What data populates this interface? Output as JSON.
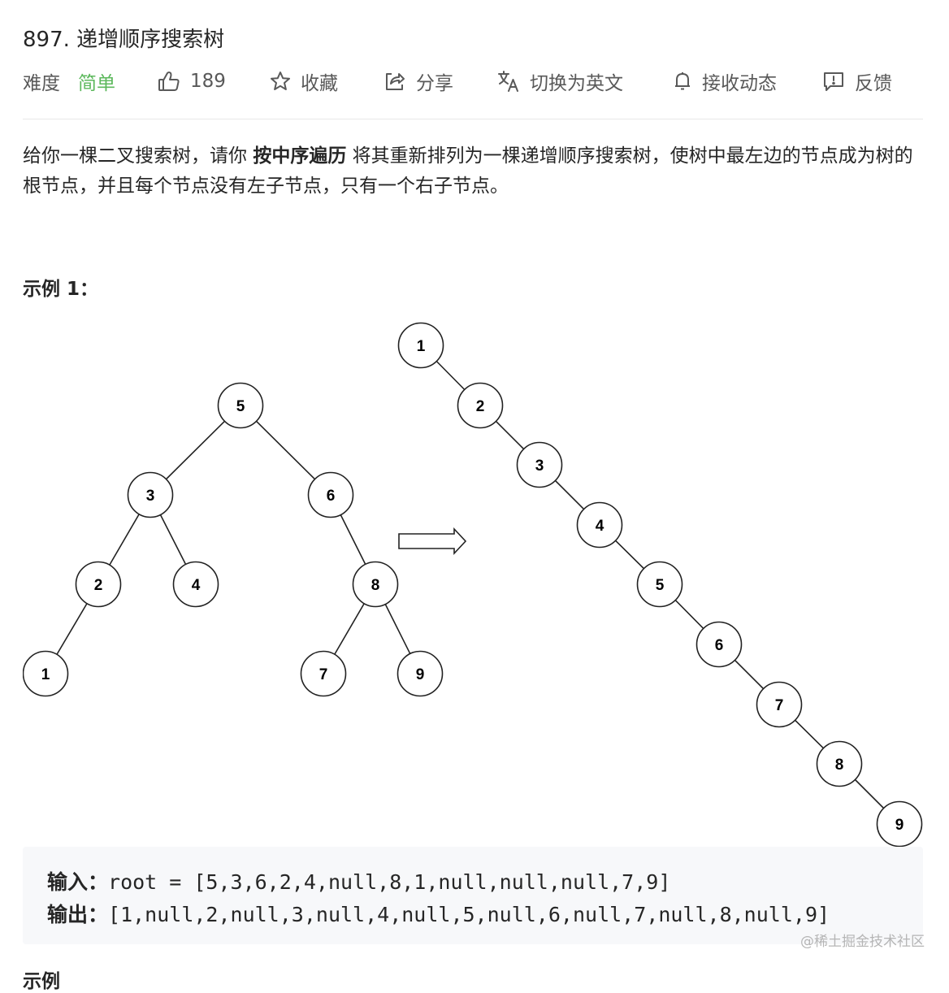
{
  "problem": {
    "title": "897. 递增顺序搜索树"
  },
  "meta": {
    "difficulty_label": "难度",
    "difficulty_value": "简单",
    "like_count": "189",
    "favorite_label": "收藏",
    "share_label": "分享",
    "switch_language_label": "切换为英文",
    "subscribe_label": "接收动态",
    "feedback_label": "反馈",
    "colors": {
      "difficulty_easy": "#5cb85c",
      "meta_text": "#595959"
    }
  },
  "description": {
    "part1": "给你一棵二叉搜索树，请你 ",
    "bold": "按中序遍历",
    "part2": " 将其重新排列为一棵递增顺序搜索树，使树中最左边的节点成为树的根节点，并且每个节点没有左子节点，只有一个右子节点。"
  },
  "example": {
    "title": "示例 1：",
    "tree_before": {
      "nodes": [
        "5",
        "3",
        "6",
        "2",
        "4",
        "8",
        "1",
        "7",
        "9"
      ]
    },
    "tree_after": {
      "nodes": [
        "1",
        "2",
        "3",
        "4",
        "5",
        "6",
        "7",
        "8",
        "9"
      ]
    },
    "input_label": "输入：",
    "input_value": "root = [5,3,6,2,4,null,8,1,null,null,null,7,9]",
    "output_label": "输出：",
    "output_value": "[1,null,2,null,3,null,4,null,5,null,6,null,7,null,8,null,9]"
  },
  "watermark": "@稀土掘金技术社区",
  "next_section_partial": "示例"
}
